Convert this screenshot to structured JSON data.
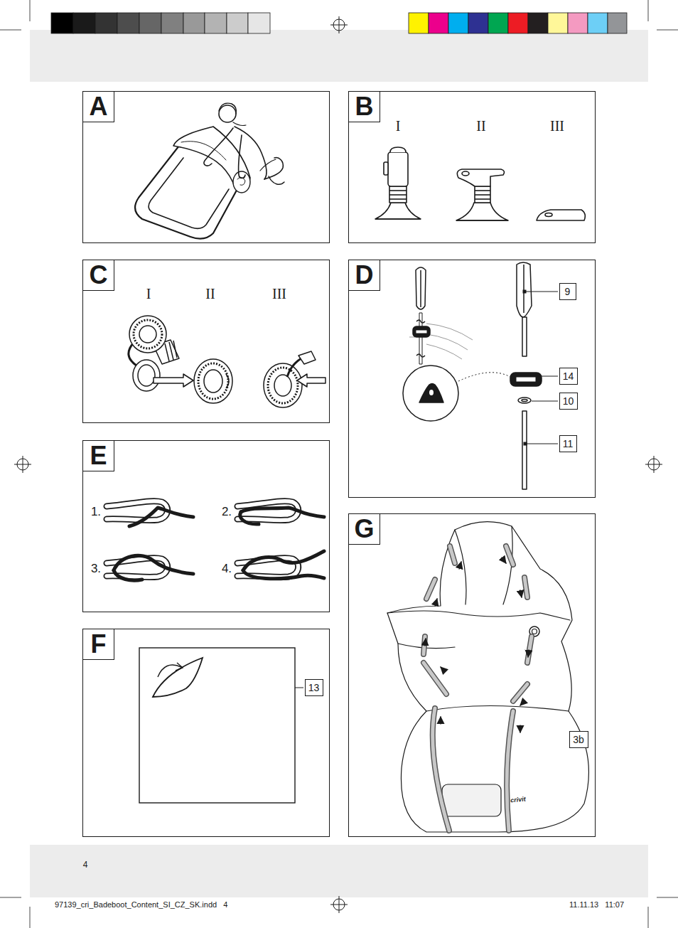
{
  "diagram": {
    "nodes": [
      {
        "text": [
          "A"
        ]
      },
      {
        "text": [
          "B"
        ]
      },
      {
        "text": [
          "C"
        ]
      },
      {
        "text": [
          "D"
        ]
      },
      {
        "text": [
          "9"
        ],
        "in": 3
      },
      {
        "text": [
          "14"
        ],
        "in": 3
      },
      {
        "text": [
          "10"
        ],
        "in": 3
      },
      {
        "text": [
          "11"
        ],
        "in": 3
      },
      {
        "text": [
          "E"
        ]
      },
      {
        "text": [
          "F"
        ]
      },
      {
        "text": [
          "13"
        ],
        "in": 9
      },
      {
        "text": [
          "G"
        ]
      },
      {
        "text": [
          "3b"
        ],
        "in": 11
      }
    ],
    "labels": [
      "I",
      "II",
      "III",
      "I",
      "II",
      "III",
      "1.",
      "2.",
      "3.",
      "4.",
      "crivit",
      "4",
      "97139_cri_Badeboot_Content_SI_CZ_SK.indd   4",
      "11.11.13   11:07"
    ]
  }
}
